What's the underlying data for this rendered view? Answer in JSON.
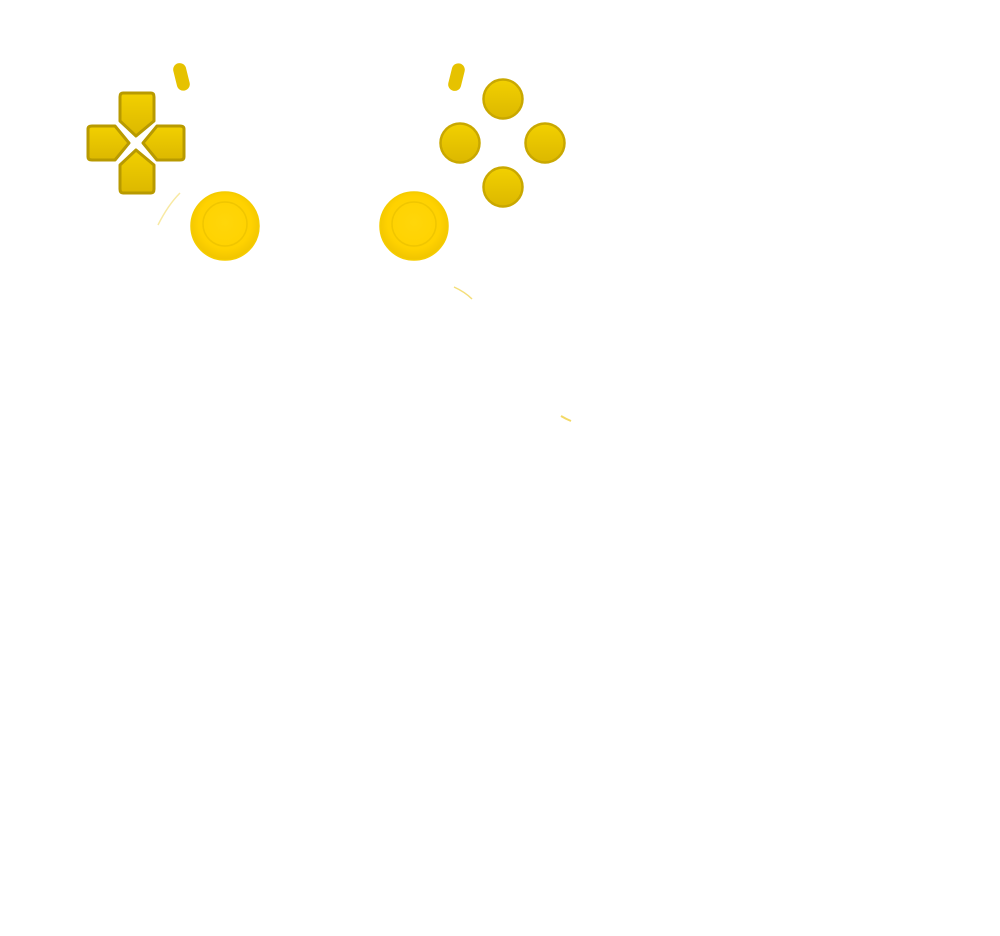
{
  "controller": {
    "body_color": "#ffffff",
    "accent_color": "#e8c400",
    "accent_dark": "#b89a00",
    "accent_light": "#ffd80a",
    "buttons": [
      {
        "id": "left-bumper",
        "icon": "bumper"
      },
      {
        "id": "right-bumper",
        "icon": "bumper"
      },
      {
        "id": "dpad-up",
        "icon": "arrow-up"
      },
      {
        "id": "dpad-down",
        "icon": "arrow-down"
      },
      {
        "id": "dpad-left",
        "icon": "arrow-left"
      },
      {
        "id": "dpad-right",
        "icon": "arrow-right"
      },
      {
        "id": "face-top",
        "icon": "circle"
      },
      {
        "id": "face-left",
        "icon": "circle"
      },
      {
        "id": "face-right",
        "icon": "circle"
      },
      {
        "id": "face-bottom",
        "icon": "circle"
      },
      {
        "id": "left-stick",
        "icon": "thumbstick"
      },
      {
        "id": "right-stick",
        "icon": "thumbstick"
      }
    ]
  }
}
